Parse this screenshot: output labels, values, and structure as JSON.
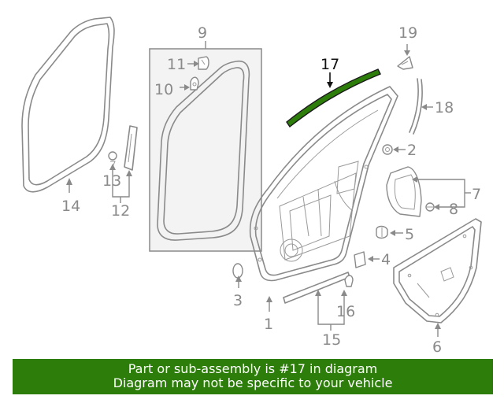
{
  "diagram": {
    "highlight_color": "#2d7d0a",
    "callouts": {
      "c1": "1",
      "c2": "2",
      "c3": "3",
      "c4": "4",
      "c5": "5",
      "c6": "6",
      "c7": "7",
      "c8": "8",
      "c9": "9",
      "c10": "10",
      "c11": "11",
      "c12": "12",
      "c13": "13",
      "c14": "14",
      "c15": "15",
      "c16": "16",
      "c17": "17",
      "c18": "18",
      "c19": "19"
    }
  },
  "banner": {
    "line1": "Part or sub-assembly is #17 in diagram",
    "line2": "Diagram may not be specific to your vehicle",
    "background": "#2d7d0a"
  }
}
